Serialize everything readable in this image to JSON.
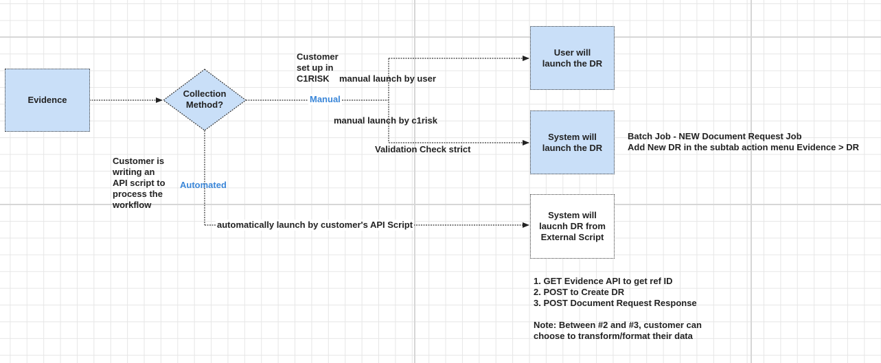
{
  "nodes": {
    "evidence": "Evidence",
    "collection_method": "Collection\nMethod?",
    "user_launch": "User will\nlaunch the DR",
    "system_launch": "System will\nlaunch the DR",
    "external_script": "System will\nlaucnh DR from\nExternal Script"
  },
  "edges": {
    "manual": "Manual",
    "automated": "Automated",
    "manual_launch_user": "manual launch by user",
    "manual_launch_c1risk": "manual launch by c1risk",
    "validation_check": "Validation Check strict",
    "auto_launch_api": "automatically launch by customer's API Script"
  },
  "notes": {
    "customer_setup": "Customer\nset up in\nC1RISK",
    "customer_api": "Customer is\nwriting an\nAPI script to\nprocess the\nworkflow",
    "batch_job": "Batch Job - NEW Document Request Job\nAdd New DR in the subtab action menu Evidence > DR",
    "api_steps": "1. GET Evidence API to get ref ID\n2. POST to Create DR\n3. POST Document Request Response\n\nNote: Between #2 and #3, customer can\nchoose to transform/format their data"
  },
  "colors": {
    "node_fill": "#c9dff8",
    "edge_label": "#3a86d8",
    "line": "#333333"
  }
}
